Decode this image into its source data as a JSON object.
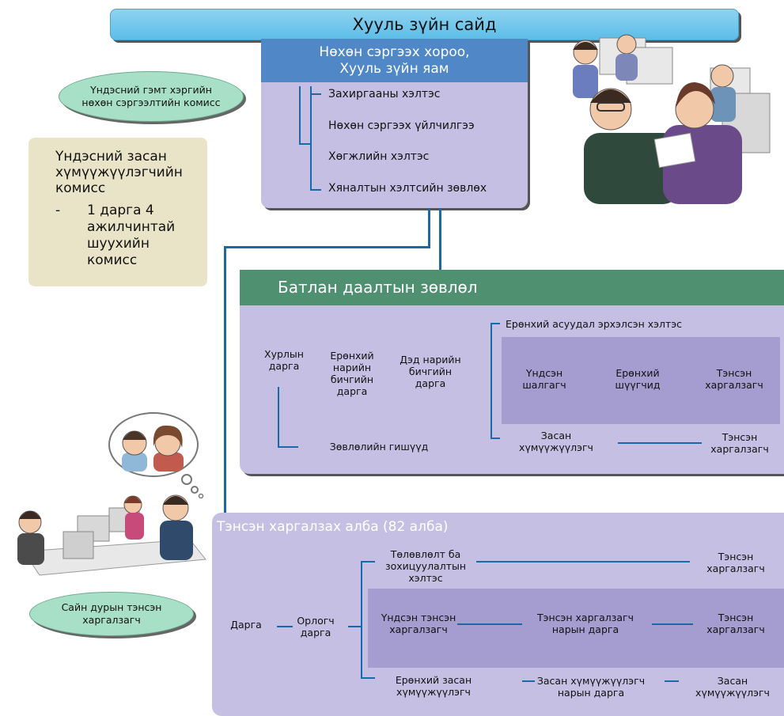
{
  "top_bar": {
    "title": "Хууль зүйн сайд"
  },
  "ministry": {
    "header_line1": "Нөхөн сэргээх хороо,",
    "header_line2": "Хууль зүйн яам",
    "items": [
      "Захиргааны хэлтэс",
      "Нөхөн сэргээх үйлчилгээ",
      "Хөгжлийн хэлтэс",
      "Хяналтын хэлтсийн зөвлөх"
    ]
  },
  "commission": {
    "line1": "Үндэсний гэмт хэргийн",
    "line2": "нөхөн сэргээлтийн комисс"
  },
  "juvenile": {
    "title_lines": [
      "Үндэсний засан",
      "хүмүүжүүлэгчийн",
      "комисс"
    ],
    "bullet": "-",
    "bullet_lines": [
      "1 дарга 4",
      "ажилчинтай",
      "шуухийн",
      "комисс"
    ]
  },
  "guarantee": {
    "title": "Батлан даалтын зөвлөл",
    "chair": [
      "Хурлын",
      "дарга"
    ],
    "gen_secretary": [
      "Ерөнхий",
      "нарийн",
      "бичгийн",
      "дарга"
    ],
    "deputy_secretary": [
      "Дэд нарийн",
      "бичгийн",
      "дарга"
    ],
    "members": "Зөвлөлийн гишүүд",
    "general_affairs": "Ерөнхий асуудал эрхэлсэн хэлтэс",
    "chief_inspector": [
      "Үндсэн",
      "шалгагч"
    ],
    "general_observer": [
      "Ерөнхий",
      "шүүгчид"
    ],
    "probation_officer": [
      "Тэнсэн",
      "харгалзагч"
    ],
    "rehab_officer": [
      "Засан",
      "хүмүүжүүлэгч"
    ],
    "probation_officer_2": [
      "Тэнсэн",
      "харгалзагч"
    ]
  },
  "volunteer": {
    "line1": "Сайн дурын тэнсэн",
    "line2": "харгалзагч"
  },
  "probation": {
    "title": "Тэнсэн харгалзах алба (82 алба)",
    "head": "Дарга",
    "deputy": [
      "Орлогч",
      "дарга"
    ],
    "planning": [
      "Төлөвлөлт ба",
      "зохицуулалтын",
      "хэлтэс"
    ],
    "officer_top": [
      "Тэнсэн",
      "харгалзагч"
    ],
    "chief_officer": [
      "Үндсэн тэнсэн",
      "харгалзагч"
    ],
    "officers_head": [
      "Тэнсэн харгалзагч",
      "нарын дарга"
    ],
    "officer_mid": [
      "Тэнсэн",
      "харгалзагч"
    ],
    "chief_rehab": [
      "Ерөнхий засан",
      "хүмүүжүүлэгч"
    ],
    "rehab_head": [
      "Засан хүмүүжүүлэгч",
      "нарын дарга"
    ],
    "rehab": [
      "Засан",
      "хүмүүжүүлэгч"
    ]
  },
  "colors": {
    "top_bar": "#6cc4ec",
    "ministry_header": "#4f87c7",
    "panel": "#c5c0e3",
    "panel_dark": "#a59ccf",
    "guarantee_header": "#4f9070",
    "ellipse": "#a8e0c7",
    "juvenile": "#e9e4c8",
    "connector": "#1a6aa8"
  },
  "icons": [
    "office-people-illustration",
    "thinking-couple-illustration",
    "call-center-illustration"
  ]
}
